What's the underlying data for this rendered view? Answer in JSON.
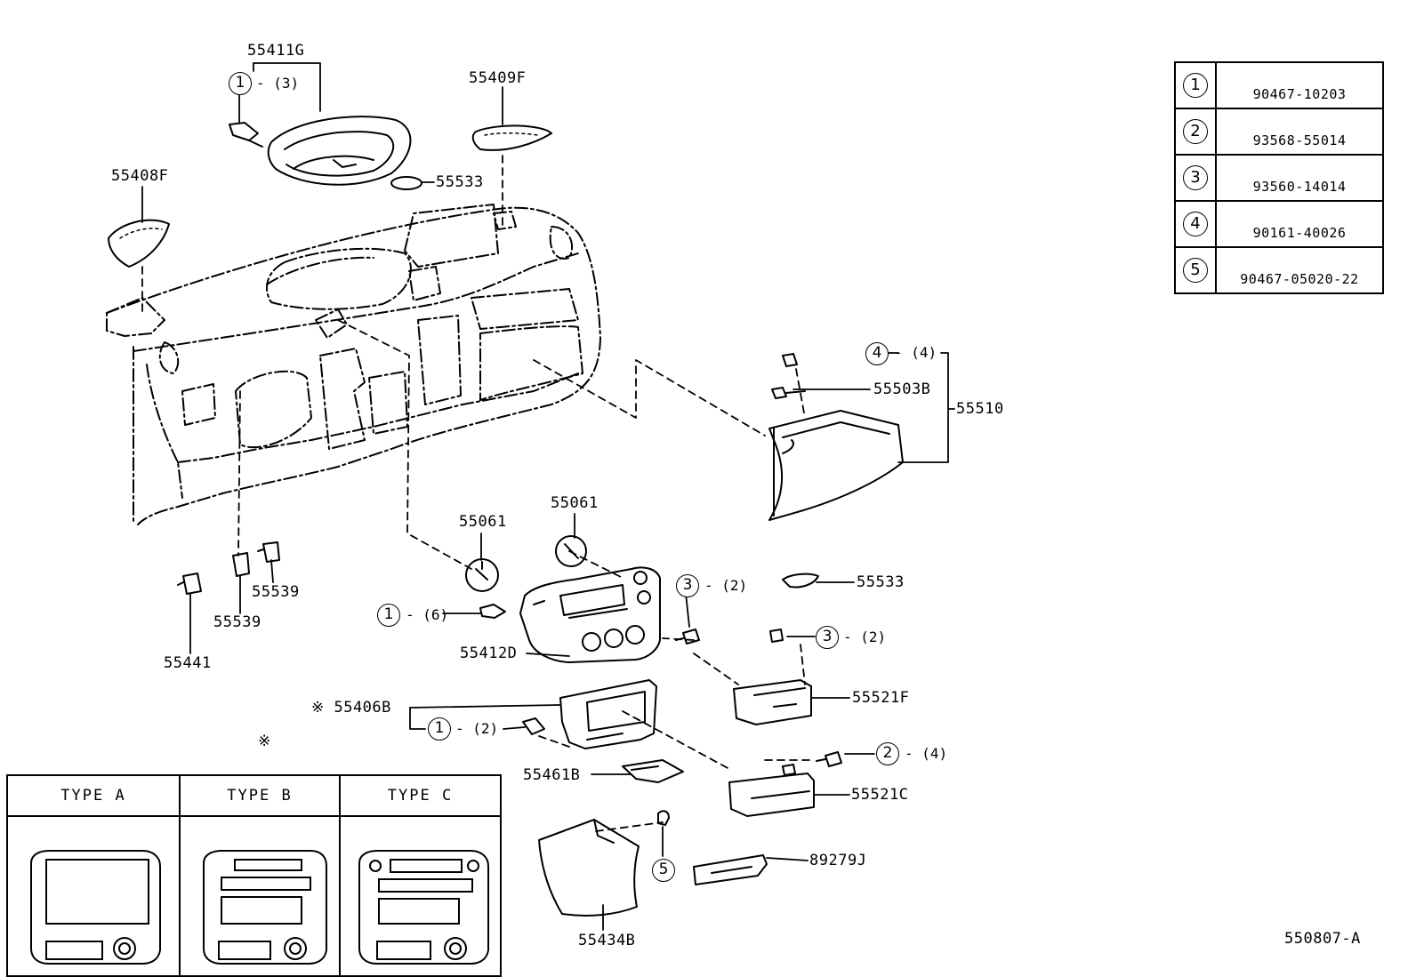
{
  "legend": [
    {
      "num": "1",
      "part": "90467-10203"
    },
    {
      "num": "2",
      "part": "93568-55014"
    },
    {
      "num": "3",
      "part": "93560-14014"
    },
    {
      "num": "4",
      "part": "90161-40026"
    },
    {
      "num": "5",
      "part": "90467-05020-22"
    }
  ],
  "labels": {
    "p55411G": "55411G",
    "p55409F": "55409F",
    "p55408F": "55408F",
    "p55533_top": "55533",
    "p55503B": "55503B",
    "p55510": "55510",
    "p55061_a": "55061",
    "p55061_b": "55061",
    "p55539_a": "55539",
    "p55539_b": "55539",
    "p55441": "55441",
    "p55412D": "55412D",
    "p55533_mid": "55533",
    "p55521F": "55521F",
    "p55406B": "55406B",
    "p55461B": "55461B",
    "p55521C": "55521C",
    "p89279J": "89279J",
    "p55434B": "55434B"
  },
  "callouts": {
    "c1_top": {
      "num": "1",
      "qty": "- (3)"
    },
    "c4": {
      "num": "4",
      "qty": "- (4)"
    },
    "c3_a": {
      "num": "3",
      "qty": "- (2)"
    },
    "c3_b": {
      "num": "3",
      "qty": "- (2)"
    },
    "c1_mid": {
      "num": "1",
      "qty": "- (6)"
    },
    "c1_low": {
      "num": "1",
      "qty": "- (2)"
    },
    "c2": {
      "num": "2",
      "qty": "- (4)"
    },
    "c5": {
      "num": "5",
      "qty": ""
    }
  },
  "note_mark": "※",
  "note_mark_label": "※ 55406B",
  "types": {
    "a": "TYPE A",
    "b": "TYPE B",
    "c": "TYPE C"
  },
  "diagram_code": "550807-A"
}
